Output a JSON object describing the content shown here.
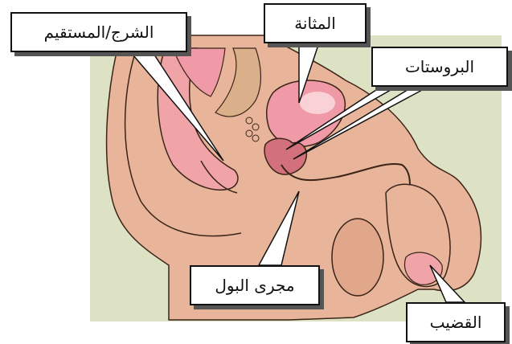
{
  "labels": {
    "rectum": "الشرج/المستقيم",
    "bladder": "المثانة",
    "prostate": "البروستات",
    "urethra": "مجرى البول",
    "penis": "القضيب"
  },
  "colors": {
    "background_panel": "#dde2c4",
    "skin": "#e8b59a",
    "skin_dark": "#cf9478",
    "bladder": "#ef9aa6",
    "bladder_highlight": "#f8d8dc",
    "prostate": "#d2707c",
    "outline": "#3a2418",
    "label_border": "#111111"
  }
}
